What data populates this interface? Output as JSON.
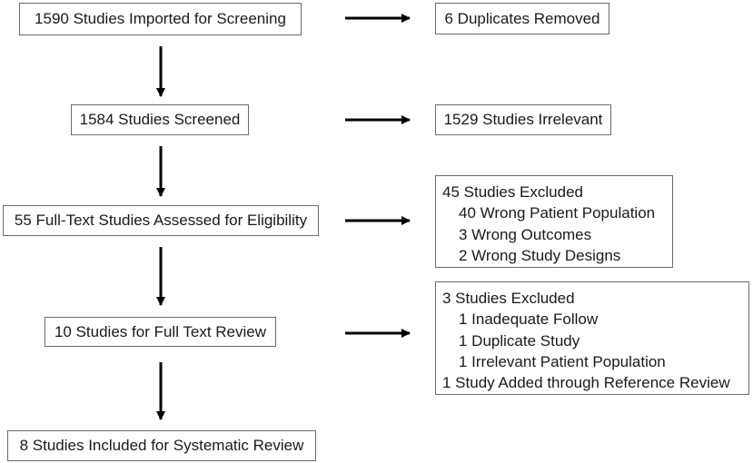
{
  "left_column": [
    "1590 Studies Imported for Screening",
    "1584 Studies Screened",
    "55 Full-Text Studies Assessed for Eligibility",
    "10 Studies for Full Text Review",
    "8 Studies Included for Systematic Review"
  ],
  "right_column": {
    "duplicates": "6 Duplicates Removed",
    "irrelevant": "1529 Studies Irrelevant",
    "exclusion_1": {
      "header": "45 Studies Excluded",
      "items": [
        "40 Wrong Patient Population",
        "3 Wrong Outcomes",
        "2 Wrong Study Designs"
      ]
    },
    "exclusion_2": {
      "header": "3 Studies Excluded",
      "items": [
        "1 Inadequate Follow",
        "1 Duplicate Study",
        "1 Irrelevant Patient Population"
      ],
      "footer": "1 Study Added through Reference Review"
    }
  }
}
